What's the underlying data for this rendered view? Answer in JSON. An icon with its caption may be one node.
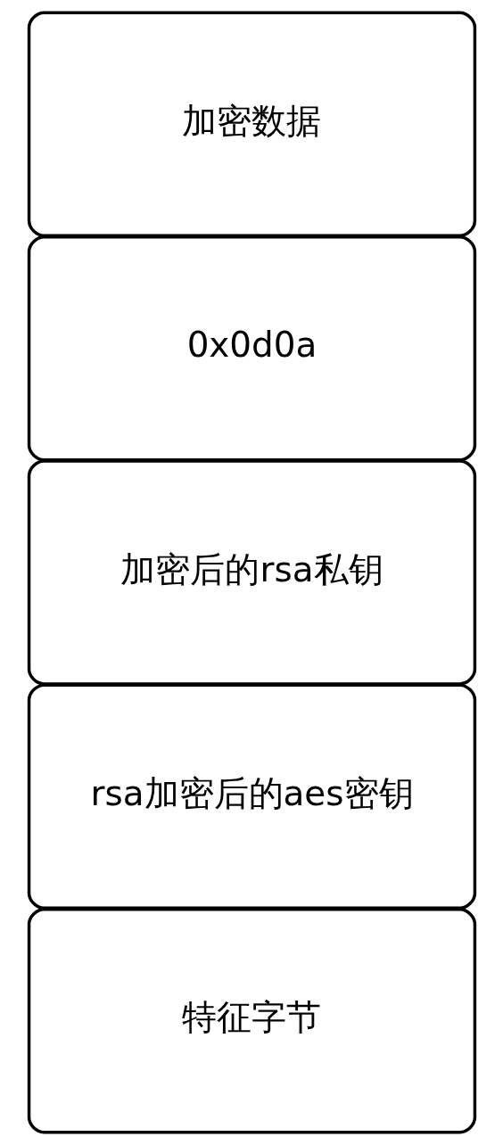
{
  "diagram": {
    "nodes": [
      {
        "text": [
          "加密数据"
        ]
      },
      {
        "text": [
          "0x0d0a"
        ]
      },
      {
        "text": [
          "加密后的rsa私钥"
        ]
      },
      {
        "text": [
          "rsa加密后的aes密钥"
        ]
      },
      {
        "text": [
          "特征字节"
        ]
      }
    ]
  }
}
